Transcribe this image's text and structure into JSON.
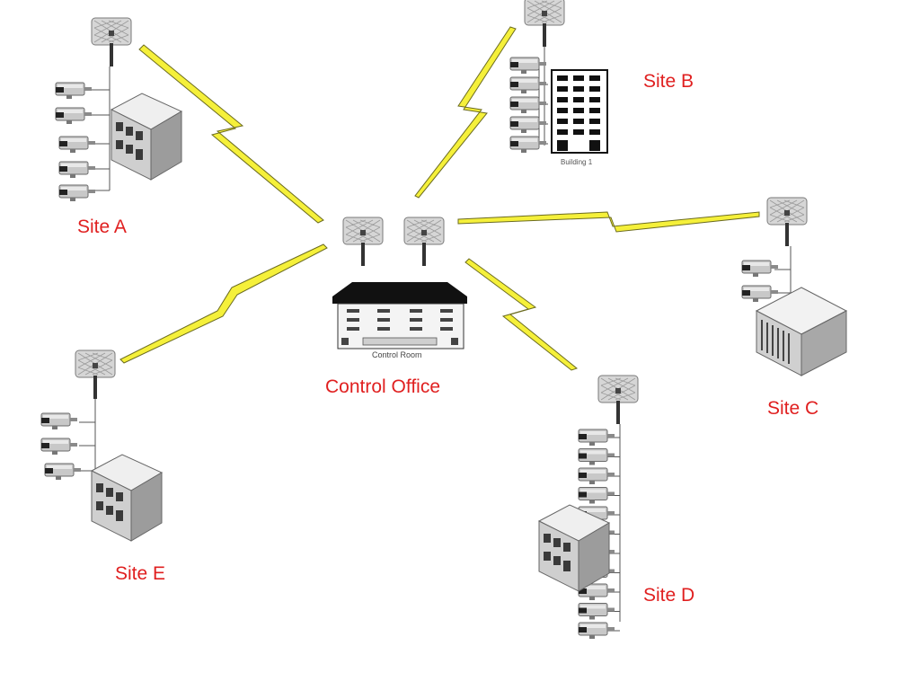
{
  "colors": {
    "label": "#e02020",
    "link_fill": "#f5f03a",
    "link_stroke": "#6b6b20",
    "building_line": "#555555"
  },
  "labels": {
    "site_a": "Site A",
    "site_b": "Site B",
    "site_c": "Site C",
    "site_d": "Site D",
    "site_e": "Site E",
    "control_office": "Control Office"
  },
  "building_texts": {
    "building1": "Building 1",
    "control_room": "Control Room"
  },
  "sites": [
    {
      "id": "a",
      "cameras": 5
    },
    {
      "id": "b",
      "cameras": 5
    },
    {
      "id": "c",
      "cameras": 2
    },
    {
      "id": "d",
      "cameras": 11
    },
    {
      "id": "e",
      "cameras": 3
    }
  ],
  "links": [
    "site-a",
    "site-b",
    "site-c",
    "site-d",
    "site-e"
  ],
  "icons": [
    "grid-antenna-icon",
    "cctv-camera-icon",
    "building-icon",
    "office-building-icon",
    "control-room-building-icon"
  ]
}
